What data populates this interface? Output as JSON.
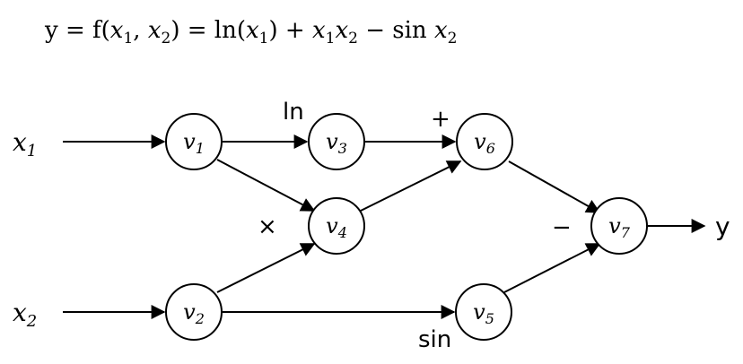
{
  "formula": {
    "prefix": "y = f(",
    "x1": "x",
    "x1_sub": "1",
    "comma": ", ",
    "x2": "x",
    "x2_sub": "2",
    "mid": ") = ln(",
    "x1b": "x",
    "x1b_sub": "1",
    "plus": ") + ",
    "x1c": "x",
    "x1c_sub": "1",
    "x2c": "x",
    "x2c_sub": "2",
    "minus": " − sin ",
    "x2d": "x",
    "x2d_sub": "2"
  },
  "inputs": [
    {
      "base": "x",
      "sub": "1"
    },
    {
      "base": "x",
      "sub": "2"
    }
  ],
  "output": "y",
  "nodes": [
    {
      "id": "v1",
      "base": "v",
      "sub": "1"
    },
    {
      "id": "v2",
      "base": "v",
      "sub": "2"
    },
    {
      "id": "v3",
      "base": "v",
      "sub": "3"
    },
    {
      "id": "v4",
      "base": "v",
      "sub": "4"
    },
    {
      "id": "v5",
      "base": "v",
      "sub": "5"
    },
    {
      "id": "v6",
      "base": "v",
      "sub": "6"
    },
    {
      "id": "v7",
      "base": "v",
      "sub": "7"
    }
  ],
  "operations": {
    "ln": "ln",
    "times": "×",
    "plus": "+",
    "sin": "sin",
    "minus": "−"
  }
}
